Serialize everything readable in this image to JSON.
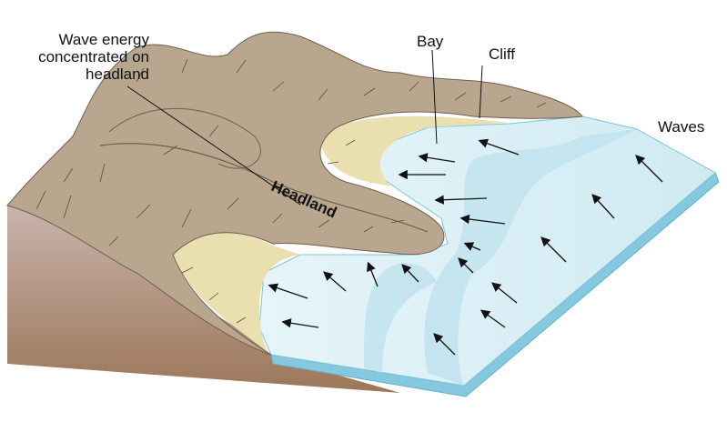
{
  "title": "Wave refraction at headland and bay",
  "labels": {
    "wave_energy": "Wave energy concentrated on headland",
    "bay": "Bay",
    "cliff": "Cliff",
    "waves": "Waves",
    "headland": "Headland"
  },
  "colors": {
    "land_top": "#b5a58d",
    "land_side": "#a08068",
    "beach": "#eadfae",
    "water_top": "#d3ecf3",
    "water_deep": "#a9d6e6",
    "water_side": "#7cc4dc"
  }
}
